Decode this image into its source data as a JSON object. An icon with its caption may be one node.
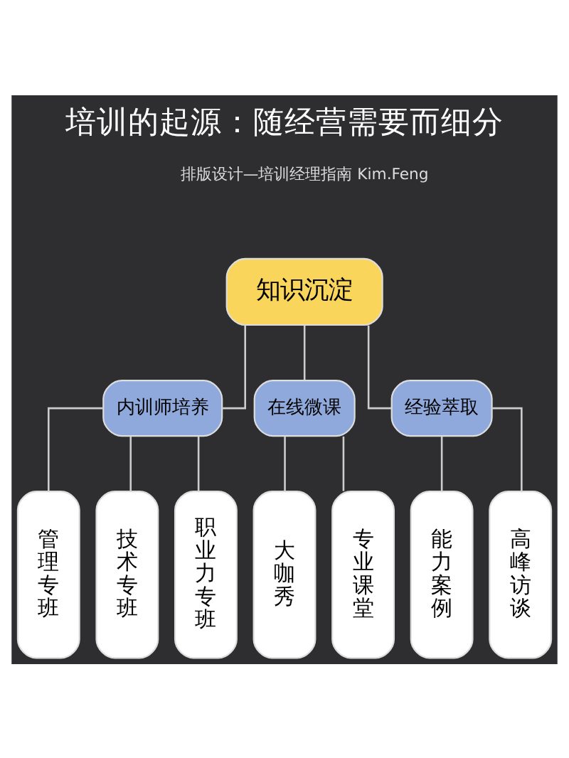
{
  "diagram": {
    "title": "培训的起源：随经营需要而细分",
    "nodes": [
      {
        "text": [
          "知识沉淀"
        ]
      },
      {
        "text": [
          "内训师培养"
        ]
      },
      {
        "text": [
          "在线微课"
        ]
      },
      {
        "text": [
          "经验萃取"
        ]
      },
      {
        "text": [
          "管理专班"
        ]
      },
      {
        "text": [
          "技术专班"
        ]
      },
      {
        "text": [
          "职业力专班"
        ]
      },
      {
        "text": [
          "大咖秀"
        ]
      },
      {
        "text": [
          "专业课堂"
        ]
      },
      {
        "text": [
          "能力案例"
        ]
      },
      {
        "text": [
          "高峰访谈"
        ]
      }
    ],
    "edges": [
      {
        "from": 0,
        "to": 1,
        "arrow": "none"
      },
      {
        "from": 0,
        "to": 2,
        "arrow": "none"
      },
      {
        "from": 0,
        "to": 3,
        "arrow": "none"
      },
      {
        "from": 1,
        "to": 4,
        "arrow": "none"
      },
      {
        "from": 1,
        "to": 5,
        "arrow": "none"
      },
      {
        "from": 1,
        "to": 6,
        "arrow": "none"
      },
      {
        "from": 2,
        "to": 7,
        "arrow": "none"
      },
      {
        "from": 2,
        "to": 8,
        "arrow": "none"
      },
      {
        "from": 3,
        "to": 9,
        "arrow": "none"
      },
      {
        "from": 3,
        "to": 10,
        "arrow": "none"
      }
    ],
    "labels": [
      "排版设计—培训经理指南 Kim.Feng"
    ]
  }
}
